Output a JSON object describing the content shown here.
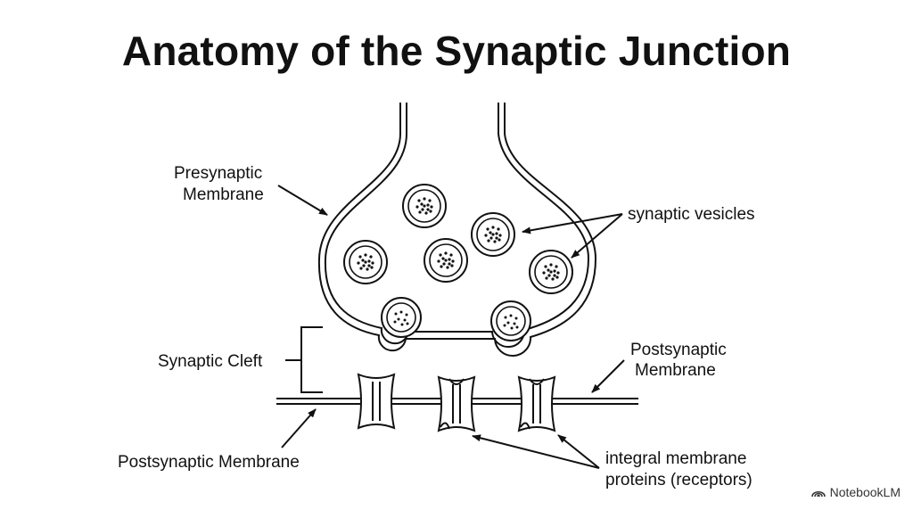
{
  "title": "Anatomy of the Synaptic Junction",
  "labels": {
    "presynaptic_membrane_line1": "Presynaptic",
    "presynaptic_membrane_line2": "Membrane",
    "synaptic_vesicles": "synaptic vesicles",
    "synaptic_cleft": "Synaptic Cleft",
    "postsynaptic_membrane_right_line1": "Postsynaptic",
    "postsynaptic_membrane_right_line2": "Membrane",
    "postsynaptic_membrane_bottom": "Postsynaptic Membrane",
    "integral_proteins_line1": "integral membrane",
    "integral_proteins_line2": "proteins (receptors)"
  },
  "branding": {
    "name": "NotebookLM",
    "icon": "notebooklm-logo-icon"
  },
  "colors": {
    "ink": "#111111",
    "background": "#ffffff"
  }
}
